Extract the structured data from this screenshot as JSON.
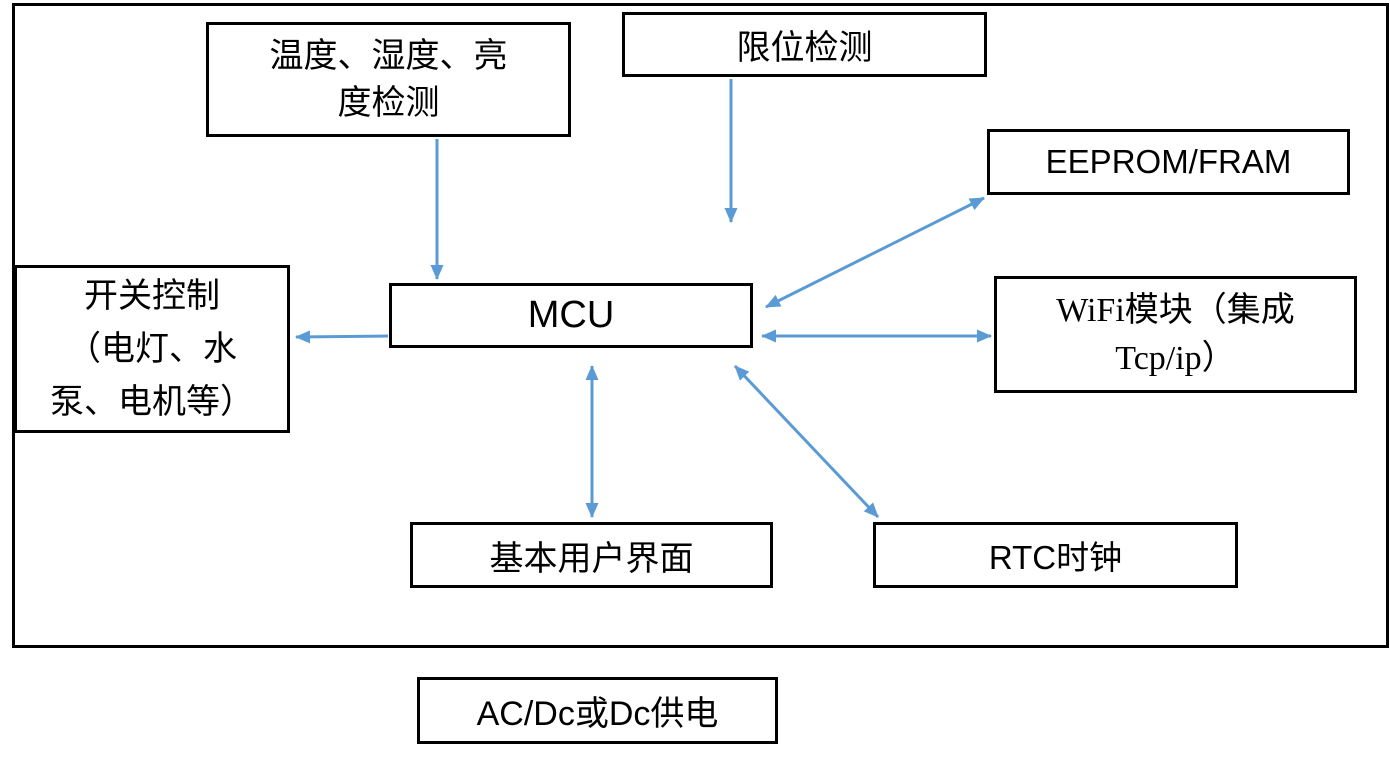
{
  "diagram": {
    "type": "block-diagram",
    "accent_color": "#5B9BD5",
    "line_color": "#000000",
    "background_color": "#FFFFFF",
    "nodes": {
      "temp_detect": {
        "label": "温度、湿度、亮\n度检测"
      },
      "limit_detect": {
        "label": "限位检测"
      },
      "eeprom": {
        "label": "EEPROM/FRAM"
      },
      "wifi": {
        "label": "WiFi模块（集成\nTcp/ip）"
      },
      "switch_control": {
        "label": "开关控制\n（电灯、水\n泵、电机等）"
      },
      "mcu": {
        "label": "MCU"
      },
      "basic_ui": {
        "label": "基本用户界面"
      },
      "rtc": {
        "label": "RTC时钟"
      },
      "power": {
        "label": "AC/Dc或Dc供电"
      }
    },
    "edges": [
      {
        "from": "temp_detect",
        "to": "mcu",
        "arrows": "one-way"
      },
      {
        "from": "limit_detect",
        "to": "mcu",
        "arrows": "one-way"
      },
      {
        "from": "mcu",
        "to": "eeprom",
        "arrows": "two-way"
      },
      {
        "from": "mcu",
        "to": "wifi",
        "arrows": "two-way"
      },
      {
        "from": "mcu",
        "to": "switch_control",
        "arrows": "one-way"
      },
      {
        "from": "mcu",
        "to": "basic_ui",
        "arrows": "two-way"
      },
      {
        "from": "mcu",
        "to": "rtc",
        "arrows": "two-way"
      }
    ]
  }
}
